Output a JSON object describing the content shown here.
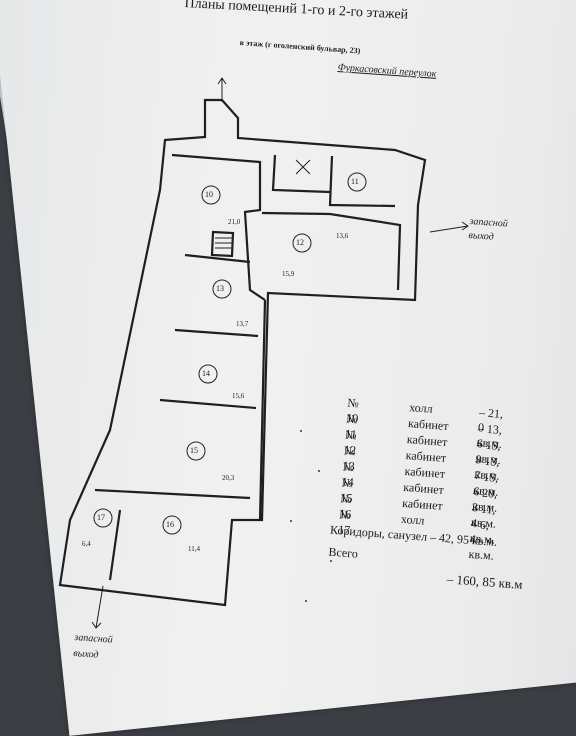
{
  "header": {
    "title": "Планы помещений 1-го и 2-го этажей"
  },
  "plan": {
    "street_note": "в этаж (г оголенский бульвар, 23)",
    "lane_name": "Фуркасовский переулок",
    "emergency_exit_right": [
      "запасной",
      "выход"
    ],
    "emergency_exit_bottom": [
      "запасной",
      "выход"
    ],
    "room_numbers": [
      "10",
      "11",
      "12",
      "13",
      "14",
      "15",
      "16",
      "17"
    ],
    "area_labels": [
      "21,0",
      "13,6",
      "15,9",
      "13,7",
      "15,6",
      "20,3",
      "11,4",
      "6,4"
    ]
  },
  "legend": {
    "rows": [
      {
        "no": "№ 10",
        "name": "холл",
        "area": "–    21, 0 кв.м."
      },
      {
        "no": "№ 11",
        "name": "кабинет",
        "area": "– 13, 6 кв.м."
      },
      {
        "no": "№ 12",
        "name": "кабинет",
        "area": "– 15, 9 кв.м."
      },
      {
        "no": "№ 13",
        "name": "кабинет",
        "area": "– 13, 7 кв.м."
      },
      {
        "no": "№ 14",
        "name": "кабинет",
        "area": "– 15, 6 кв.м."
      },
      {
        "no": "№ 15",
        "name": "кабинет",
        "area": "– 20, 3 кв.м."
      },
      {
        "no": "№ 16",
        "name": "кабинет",
        "area": "– 11, 4 кв.м."
      },
      {
        "no": "№ 17",
        "name": "холл",
        "area": "–      6, 4 кв.м."
      }
    ],
    "corridors": "Коридоры, санузел  – 42, 95 кв.м.",
    "total_label": "Всего",
    "total_value": "– 160, 85 кв.м"
  }
}
